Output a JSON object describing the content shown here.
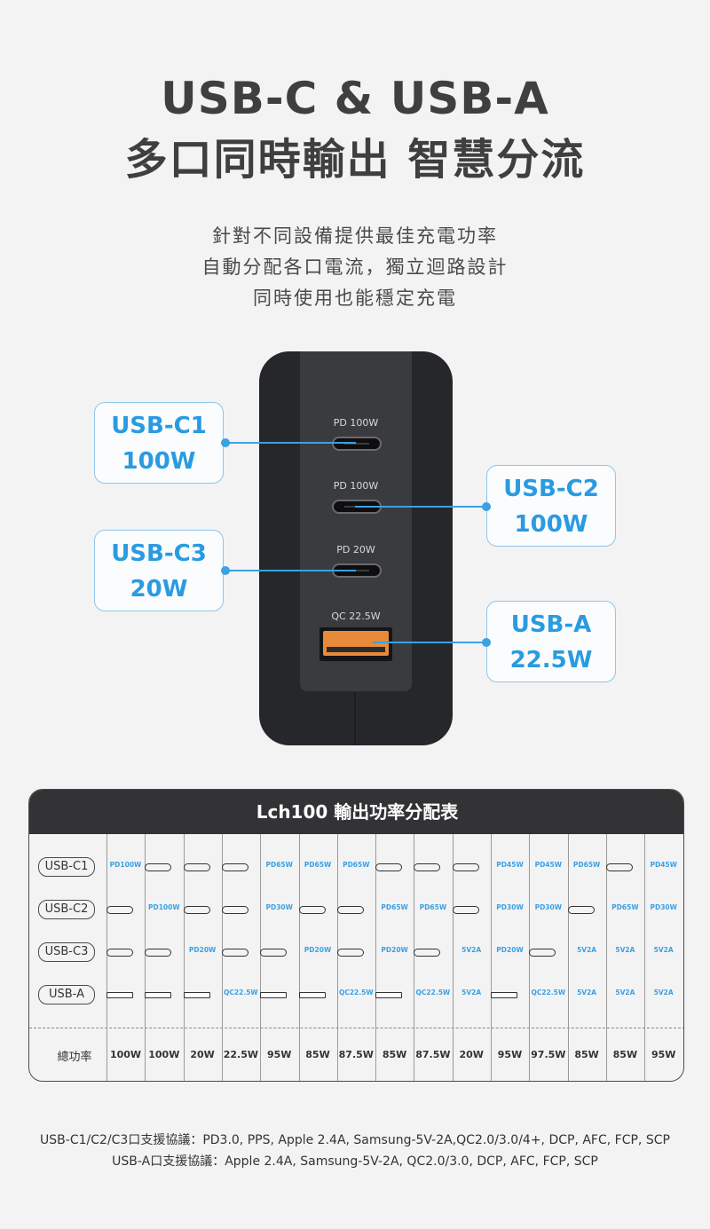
{
  "header": {
    "title_line1": "USB-C & USB-A",
    "title_line2": "多口同時輸出 智慧分流",
    "subtitle_lines": [
      "針對不同設備提供最佳充電功率",
      "自動分配各口電流，獨立迴路設計",
      "同時使用也能穩定充電"
    ]
  },
  "charger": {
    "port_labels": [
      "PD 100W",
      "PD 100W",
      "PD 20W",
      "QC 22.5W"
    ],
    "callouts": [
      {
        "name": "USB-C1",
        "power": "100W"
      },
      {
        "name": "USB-C2",
        "power": "100W"
      },
      {
        "name": "USB-C3",
        "power": "20W"
      },
      {
        "name": "USB-A",
        "power": "22.5W"
      }
    ],
    "colors": {
      "accent": "#3aa1e5",
      "usb_a_port": "#e88a3a",
      "body": "#26272a"
    }
  },
  "table": {
    "title": "Lch100 輸出功率分配表",
    "row_labels": [
      "USB-C1",
      "USB-C2",
      "USB-C3",
      "USB-A"
    ],
    "total_label": "總功率",
    "columns": [
      {
        "c1": "PD100W",
        "c2": "pill",
        "c3": "pill",
        "a": "bar",
        "total": "100W"
      },
      {
        "c1": "pill",
        "c2": "PD100W",
        "c3": "pill",
        "a": "bar",
        "total": "100W"
      },
      {
        "c1": "pill",
        "c2": "pill",
        "c3": "PD20W",
        "a": "bar",
        "total": "20W"
      },
      {
        "c1": "pill",
        "c2": "pill",
        "c3": "pill",
        "a": "QC22.5W",
        "total": "22.5W"
      },
      {
        "c1": "PD65W",
        "c2": "PD30W",
        "c3": "pill",
        "a": "bar",
        "total": "95W"
      },
      {
        "c1": "PD65W",
        "c2": "pill",
        "c3": "PD20W",
        "a": "bar",
        "total": "85W"
      },
      {
        "c1": "PD65W",
        "c2": "pill",
        "c3": "pill",
        "a": "QC22.5W",
        "total": "87.5W"
      },
      {
        "c1": "pill",
        "c2": "PD65W",
        "c3": "PD20W",
        "a": "bar",
        "total": "85W"
      },
      {
        "c1": "pill",
        "c2": "PD65W",
        "c3": "pill",
        "a": "QC22.5W",
        "total": "87.5W"
      },
      {
        "c1": "pill",
        "c2": "pill",
        "c3": "5V2A",
        "a": "5V2A",
        "total": "20W"
      },
      {
        "c1": "PD45W",
        "c2": "PD30W",
        "c3": "PD20W",
        "a": "bar",
        "total": "95W"
      },
      {
        "c1": "PD45W",
        "c2": "PD30W",
        "c3": "pill",
        "a": "QC22.5W",
        "total": "97.5W"
      },
      {
        "c1": "PD65W",
        "c2": "pill",
        "c3": "5V2A",
        "a": "5V2A",
        "total": "85W"
      },
      {
        "c1": "pill",
        "c2": "PD65W",
        "c3": "5V2A",
        "a": "5V2A",
        "total": "85W"
      },
      {
        "c1": "PD45W",
        "c2": "PD30W",
        "c3": "5V2A",
        "a": "5V2A",
        "total": "95W"
      }
    ]
  },
  "footer": {
    "notes": [
      "USB-C1/C2/C3口支援協議：PD3.0, PPS, Apple 2.4A, Samsung-5V-2A,QC2.0/3.0/4+, DCP, AFC, FCP, SCP",
      "USB-A口支援協議：Apple 2.4A, Samsung-5V-2A, QC2.0/3.0, DCP, AFC, FCP, SCP"
    ]
  }
}
